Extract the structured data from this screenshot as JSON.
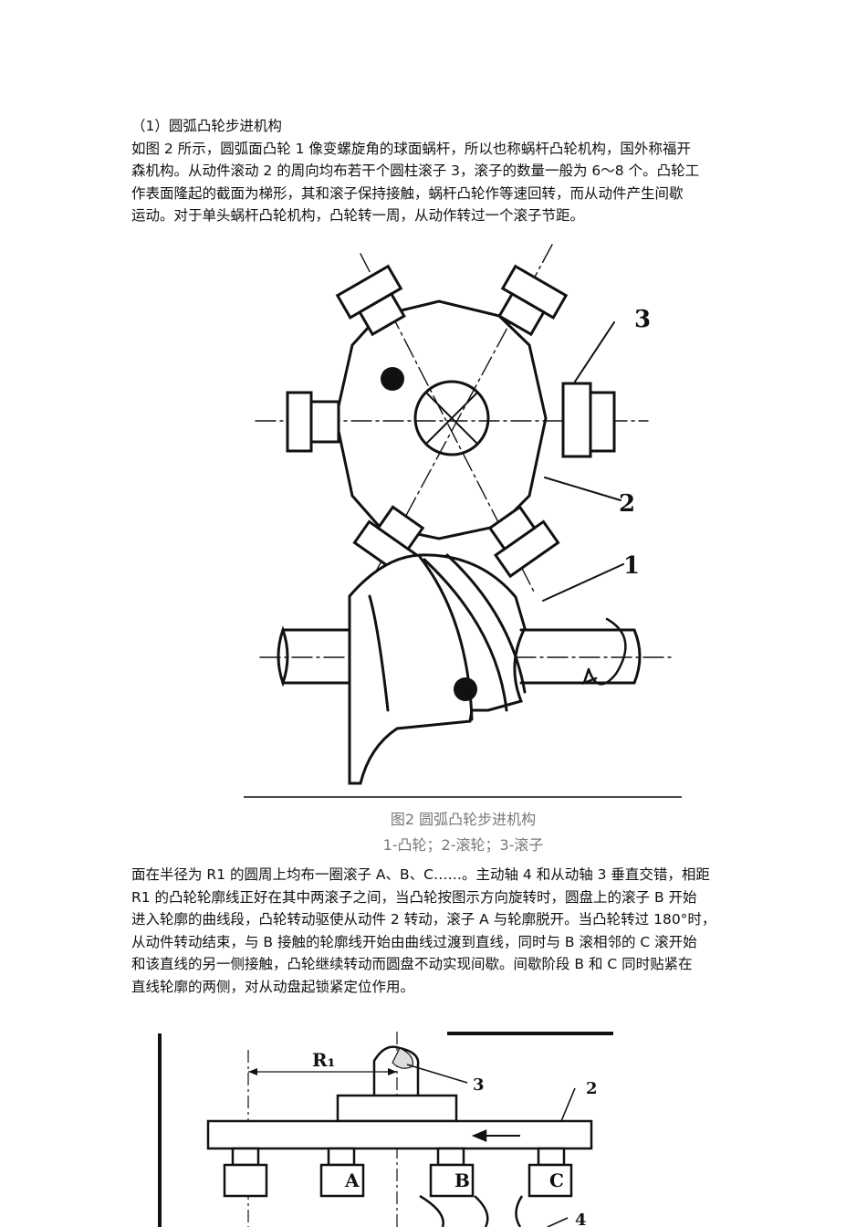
{
  "section1": {
    "lines": [
      "（1）圆弧凸轮步进机构",
      "如图 2 所示，圆弧面凸轮 1 像变螺旋角的球面蜗杆，所以也称蜗杆凸轮机构，国外称福开",
      "森机构。从动件滚动 2 的周向均布若干个圆柱滚子 3，滚子的数量一般为 6～8 个。凸轮工",
      "作表面隆起的截面为梯形，其和滚子保持接触，蜗杆凸轮作等速回转，而从动件产生间歇",
      "运动。对于单头蜗杆凸轮机构，凸轮转一周，从动作转过一个滚子节距。"
    ]
  },
  "figure2": {
    "labels": {
      "l3": "3",
      "l2": "2",
      "l1": "1"
    },
    "caption": "图2 圆弧凸轮步进机构",
    "legend": "1-凸轮；2-滚轮；3-滚子"
  },
  "section2": {
    "lines": [
      "面在半径为 R1 的圆周上均布一圈滚子 A、B、C……。主动轴 4 和从动轴 3 垂直交错，相距",
      "R1 的凸轮轮廓线正好在其中两滚子之间，当凸轮按图示方向旋转时，圆盘上的滚子 B 开始",
      "进入轮廓的曲线段，凸轮转动驱使从动件 2 转动，滚子 A 与轮廓脱开。当凸轮转过 180°时，",
      "从动件转动结束，与 B 接触的轮廓线开始由曲线过渡到直线，同时与 B 滚相邻的 C 滚开始",
      "和该直线的另一侧接触，凸轮继续转动而圆盘不动实现间歇。间歇阶段 B 和 C 同时贴紧在",
      "直线轮廓的两侧，对从动盘起锁紧定位作用。"
    ]
  },
  "figure3": {
    "labels": {
      "r1": "R₁",
      "l3": "3",
      "l2": "2",
      "a": "A",
      "b": "B",
      "c": "C",
      "l4": "4"
    }
  }
}
